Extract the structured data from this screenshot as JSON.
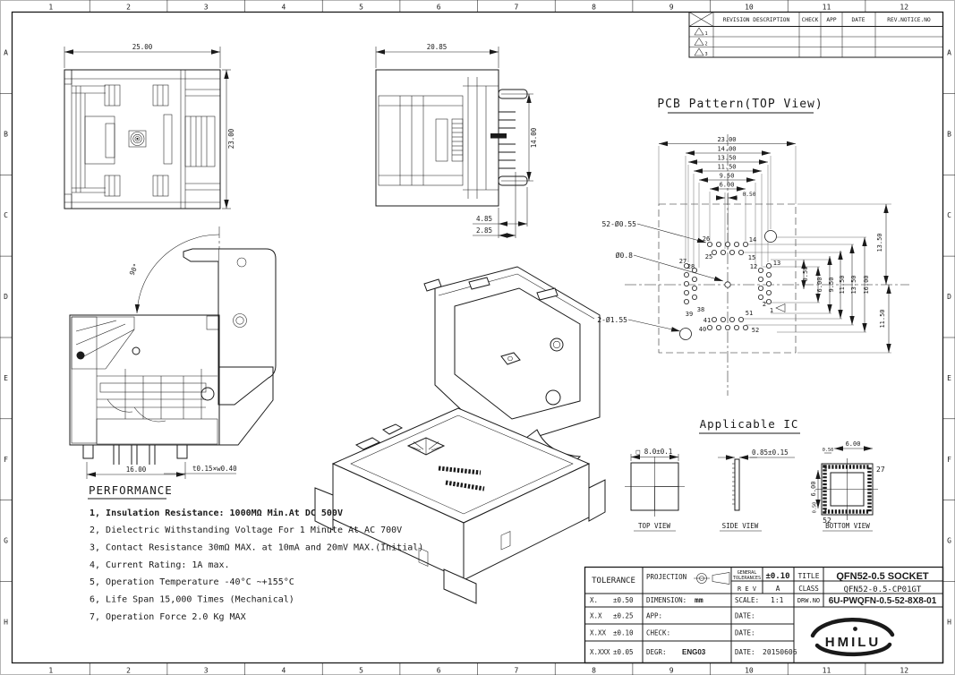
{
  "colors": {
    "ink": "#1a1a1a",
    "paper": "#ffffff"
  },
  "border": {
    "cols": [
      "1",
      "2",
      "3",
      "4",
      "5",
      "6",
      "7",
      "8",
      "9",
      "10",
      "11",
      "12"
    ],
    "rows": [
      "A",
      "B",
      "C",
      "D",
      "E",
      "F",
      "G",
      "H"
    ]
  },
  "revision_table": {
    "headers": [
      "REVISION DESCRIPTION",
      "CHECK",
      "APP",
      "DATE",
      "REV.NOTICE.NO"
    ],
    "rows": [
      "1",
      "2",
      "3"
    ]
  },
  "views": {
    "top": {
      "width": "25.00",
      "height": "23.00"
    },
    "side": {
      "width": "20.85",
      "pin_span": "14.00",
      "dim_a": "4.85",
      "dim_b": "2.85"
    },
    "section": {
      "angle": "90°",
      "width": "16.00",
      "pin_spec": "t0.15×w0.40"
    }
  },
  "pcb": {
    "title": "PCB Pattern(TOP View)",
    "dims_top": [
      "23.00",
      "14.00",
      "13.50",
      "11.50",
      "9.50",
      "6.00"
    ],
    "dim_stagger": "0.50",
    "dims_right": [
      "0.50",
      "6.00",
      "9.50",
      "11.50",
      "13.50",
      "16.00"
    ],
    "dims_far_right": [
      "13.50",
      "11.50"
    ],
    "labels": {
      "holes": "52-Ø0.55",
      "center": "Ø0.8",
      "guides": "2-Ø1.55"
    },
    "pins": {
      "p26": "26",
      "p14": "14",
      "p25": "25",
      "p15": "15",
      "p27": "27",
      "p28": "28",
      "p13": "13",
      "p12": "12",
      "p38": "38",
      "p39": "39",
      "p2": "2",
      "p1": "1",
      "p41": "41",
      "p40": "40",
      "p51": "51",
      "p52": "52"
    }
  },
  "ic": {
    "title": "Applicable IC",
    "top": {
      "dim": "□ 8.0±0.1",
      "label": "TOP VIEW"
    },
    "side": {
      "dim": "0.85±0.15",
      "label": "SIDE VIEW"
    },
    "bottom": {
      "dim_top": "6.00",
      "dim_top_s": "0.50",
      "dim_left": "6.00",
      "dim_left_s": "0.50",
      "pin_first": "27",
      "pin_last": "52",
      "label": "BOTTOM VIEW"
    }
  },
  "performance": {
    "title": "PERFORMANCE",
    "items": [
      "1, Insulation Resistance: 1000MΩ Min.At DC 500V",
      "2, Dielectric Withstanding Voltage For 1 Minute At AC 700V",
      "3, Contact Resistance 30mΩ MAX. at 10mA and 20mV MAX.(Initial)",
      "4, Current Rating: 1A max.",
      "5, Operation Temperature -40°C ~+155°C",
      "6, Life Span 15,000 Times (Mechanical)",
      "7, Operation Force 2.0 Kg MAX"
    ]
  },
  "title_block": {
    "tolerance_label": "TOLERANCE",
    "tol": [
      {
        "k": "X.",
        "v": "±0.50"
      },
      {
        "k": "X.X",
        "v": "±0.25"
      },
      {
        "k": "X.XX",
        "v": "±0.10"
      },
      {
        "k": "X.XXX",
        "v": "±0.05"
      }
    ],
    "projection_label": "PROJECTION",
    "general_label_1": "GENERAL",
    "general_label_2": "TOLERANCES",
    "general_value": "±0.10",
    "rev_label": "R E V",
    "rev_value": "A",
    "dimension_label": "DIMENSION:",
    "dimension_value": "mm",
    "scale_label": "SCALE:",
    "scale_value": "1:1",
    "app_label": "APP:",
    "check_label": "CHECK:",
    "degr_label": "DEGR:",
    "degr_value": "ENG03",
    "date_label": "DATE:",
    "date_value": "20150606",
    "title_label": "TITLE",
    "title_value": "QFN52-0.5 SOCKET",
    "class_label": "CLASS",
    "class_value": "QFN52-0.5-CP01GT",
    "drwno_label": "DRW.NO",
    "drwno_value": "6U-PWQFN-0.5-52-8X8-01",
    "logo_text": "HMILU"
  }
}
